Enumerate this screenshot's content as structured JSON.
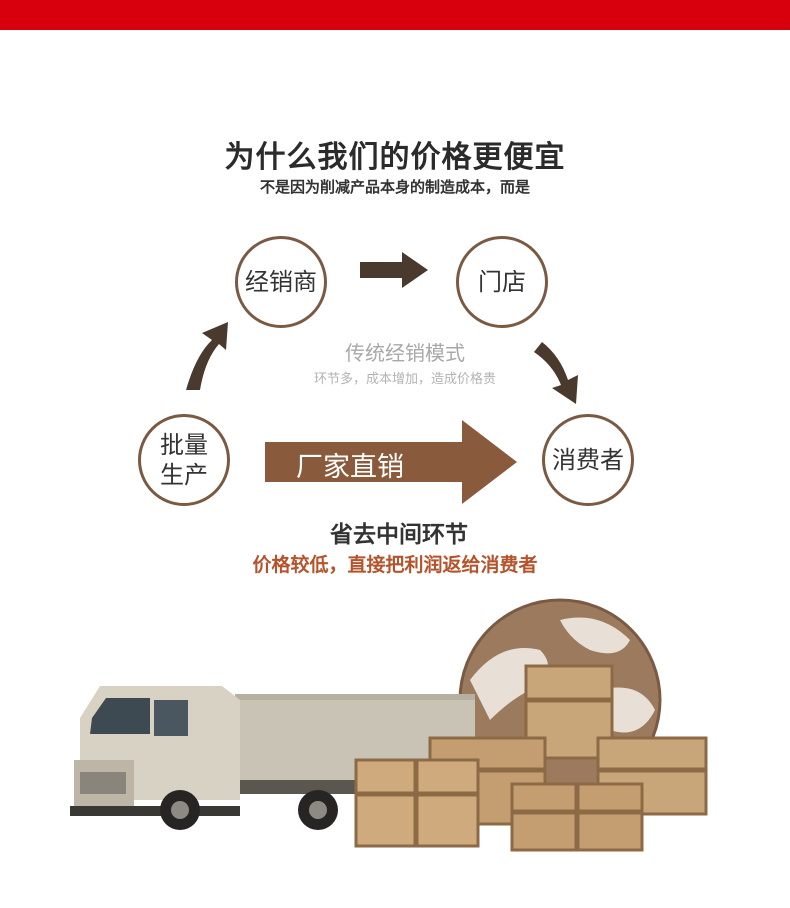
{
  "colors": {
    "top_bar": "#d9000d",
    "accent_brown": "#7b5a43",
    "arrow_dark": "#4a3a2e",
    "direct_arrow": "#8a5a3d",
    "highlight_text": "#b5542c"
  },
  "header": {
    "title": "为什么我们的价格更便宜",
    "subtitle": "不是因为削减产品本身的制造成本，而是"
  },
  "diagram": {
    "nodes": {
      "distributor": "经销商",
      "store": "门店",
      "factory_line1": "批量",
      "factory_line2": "生产",
      "consumer": "消费者"
    },
    "traditional_title": "传统经销模式",
    "traditional_desc": "环节多，成本增加，造成价格贵",
    "direct_label": "厂家直销"
  },
  "footer": {
    "title": "省去中间环节",
    "subtitle": "价格较低，直接把利润返给消费者"
  },
  "illustration": {
    "subject": "truck-and-cargo-crates-with-globe"
  }
}
